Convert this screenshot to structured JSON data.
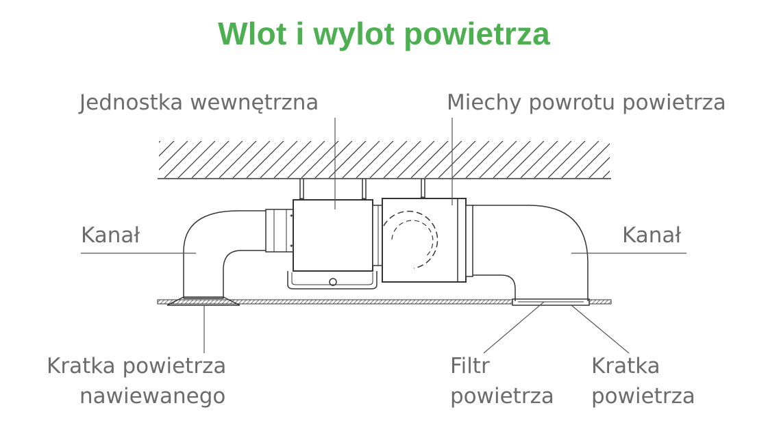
{
  "title": "Wlot i wylot powietrza",
  "labels": {
    "indoor_unit": "Jednostka wewnętrzna",
    "return_bellows": "Miechy powrotu powietrza",
    "duct_left": "Kanał",
    "duct_right": "Kanał",
    "supply_grille_line1": "Kratka powietrza",
    "supply_grille_line2": "nawiewanego",
    "filter_line1": "Filtr",
    "filter_line2": "powietrza",
    "return_grille_line1": "Kratka",
    "return_grille_line2": "powietrza"
  },
  "colors": {
    "title": "#4caf50",
    "label": "#6b6b6b",
    "drawing": "#333333"
  }
}
